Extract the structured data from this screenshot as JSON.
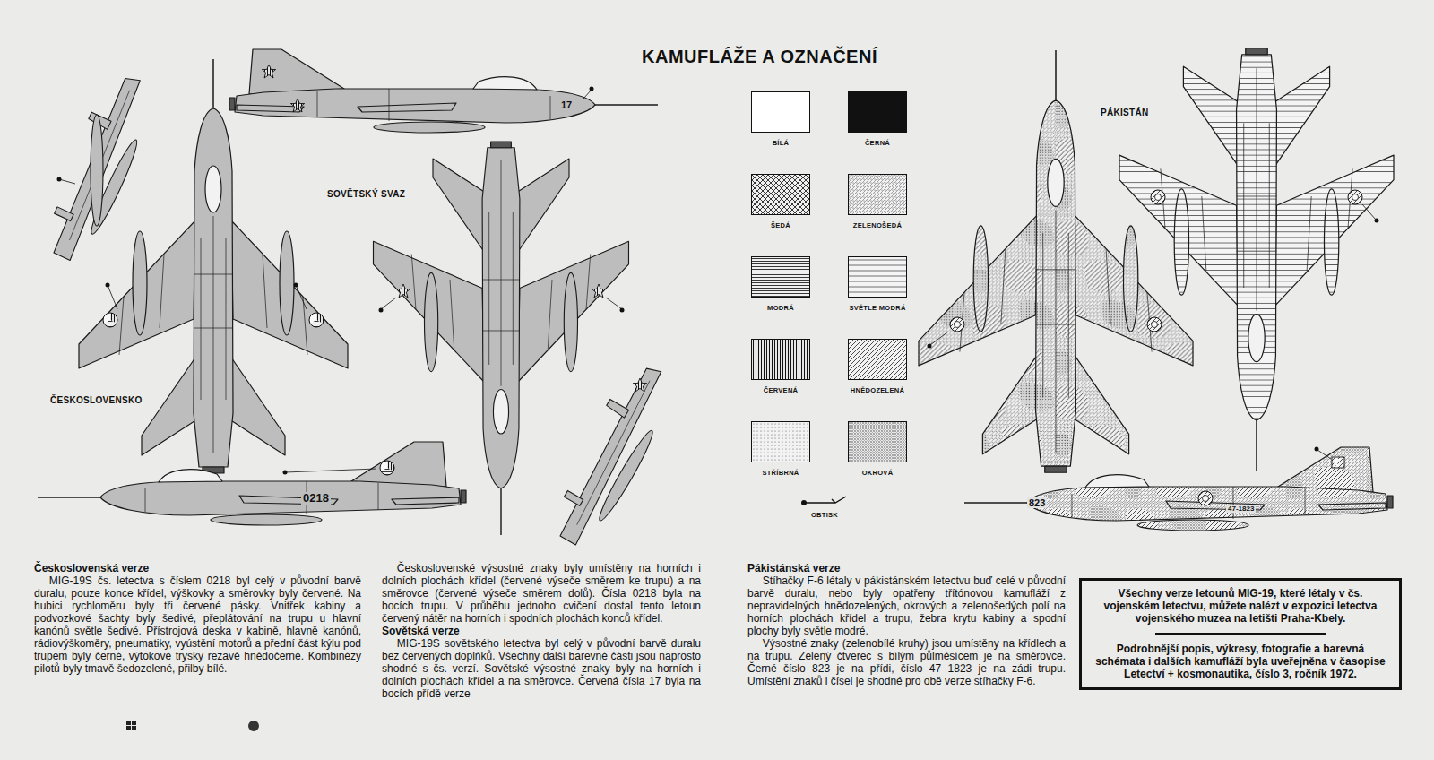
{
  "diagram": {
    "title": "KAMUFLÁŽE A OZNAČENÍ",
    "nodes": [
      {
        "text": [
          "Všechny verze letounů MIG-19, které létaly v čs. vojenském letectvu, můžete nalézt v expozici letectva vojenského muzea na letišti Praha-Kbely.",
          "Podrobnější popis, výkresy, fotografie a barevná schémata i dalších kamufláží byla uveřejněna v časopise Letectví + kosmonautika, číslo 3, ročník 1972."
        ]
      }
    ],
    "labels": [
      "SOVĚTSKÝ SVAZ",
      "ČESKOSLOVENSKO",
      "PÁKISTÁN",
      "17",
      "0218",
      "823",
      "47-1823",
      "Československá verze",
      "MIG-19S čs. letectva s číslem 0218 byl celý v původní barvě duralu, pouze konce křídel, výškovky a směrovky byly červené. Na hubici rychloměru byly tři červené pásky. Vnitřek kabiny a podvozkové šachty byly šedivé, přeplátování na trupu u hlavní kanónů světle šedivé. Přístrojová deska v kabině, hlavně kanónů, rádiovýškoměry, pneumatiky, vyústění motorů a přední část kýlu pod trupem byly černé, výtokové trysky rezavě hnědočerné. Kombinézy pilotů byly tmavě šedozelené, přilby bílé.",
      "Československé výsostné znaky byly umístěny na horních i dolních plochách křídel (červené výseče směrem ke trupu) a na směrovce (červené výseče směrem dolů). Čísla 0218 byla na bocích trupu. V průběhu jednoho cvičení dostal tento letoun červený nátěr na horních i spodních plochách konců křídel.",
      "Sovětská verze",
      "MIG-19S sovětského letectva byl celý v původní barvě duralu bez červených doplňků. Všechny další barevné části jsou naprosto shodné s čs. verzí. Sovětské výsostné znaky byly na horních i dolních plochách křídel a na směrovce. Červená čísla 17 byla na bocích přídě verze",
      "Pákistánská verze",
      "Stíhačky F-6 létaly v pákistánském letectvu buď celé v původní barvě duralu, nebo byly opatřeny třítónovou kamufláží z nepravidelných hnědozelených, okrových a zelenošedých polí na horních plochách křídel a trupu, žebra krytu kabiny a spodní plochy byly světle modré.",
      "Výsostné znaky (zelenobílé kruhy) jsou umístěny na křídlech a na trupu. Zelený čtverec s bílým půlměsícem je na směrovce. Černé číslo 823 je na přídi, číslo 47 1823 je na zádi trupu. Umístění znaků i čísel je shodné pro obě verze stíhačky F-6."
    ],
    "legend": [
      {
        "text": "BÍLÁ",
        "color": "#ffffff"
      },
      {
        "text": "ČERNÁ",
        "color": "#111111"
      },
      {
        "text": "ŠEDÁ"
      },
      {
        "text": "ZELENOŠEDÁ"
      },
      {
        "text": "MODRÁ"
      },
      {
        "text": "SVĚTLE MODRÁ"
      },
      {
        "text": "ČERVENÁ"
      },
      {
        "text": "HNĚDOZELENÁ"
      },
      {
        "text": "STŘÍBRNÁ"
      },
      {
        "text": "OKROVÁ"
      },
      {
        "text": "OBTISK"
      }
    ]
  }
}
